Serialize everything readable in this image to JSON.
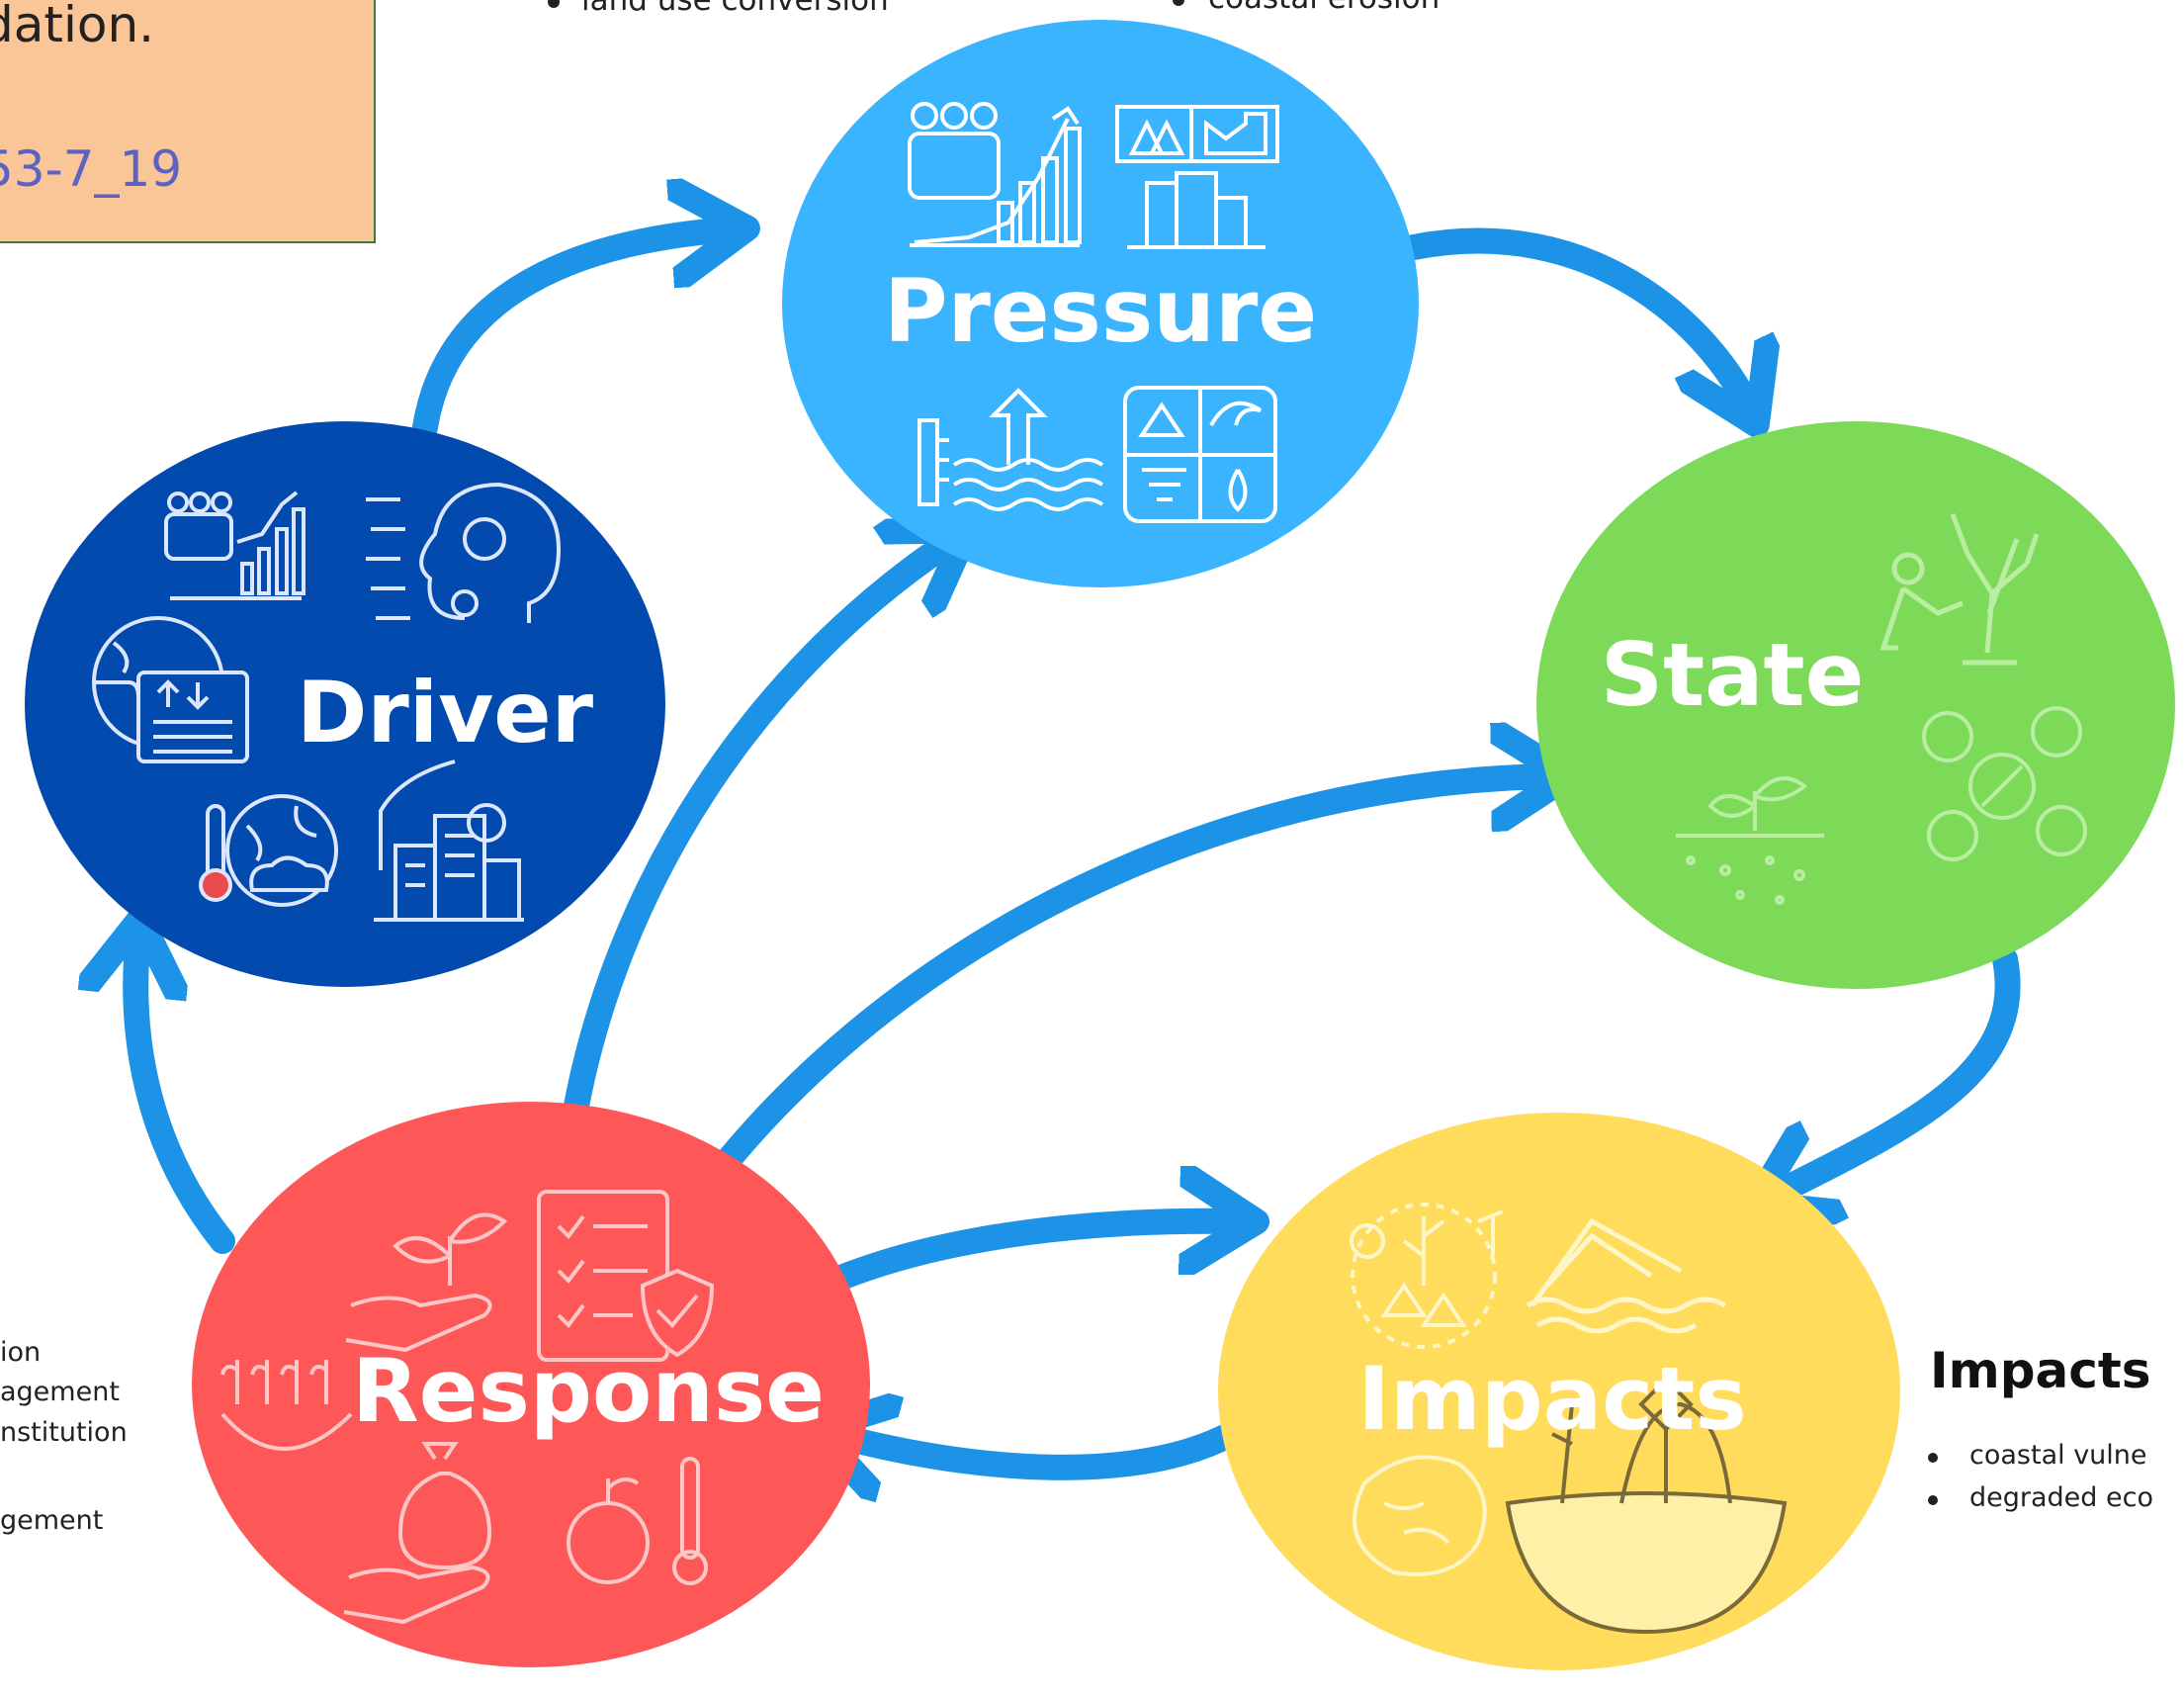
{
  "note": {
    "line1": "dation.",
    "line2": "53-7_19"
  },
  "top_bullets": {
    "left": "land use conversion",
    "right": "coastal erosion"
  },
  "nodes": {
    "pressure": {
      "label": "Pressure",
      "color": "#3ab4ff"
    },
    "state": {
      "label": "State",
      "color": "#7dd958"
    },
    "impacts": {
      "label": "Impacts",
      "color": "#ffdc5c"
    },
    "response": {
      "label": "Response",
      "color": "#fe5757"
    },
    "driver": {
      "label": "Driver",
      "color": "#024aad"
    }
  },
  "arrow_color": "#1d93e8",
  "response_list": [
    "ion",
    "agement",
    "nstitution",
    "gement"
  ],
  "impacts_panel": {
    "title": "Impacts",
    "items": [
      "coastal vulne",
      "degraded eco"
    ]
  }
}
